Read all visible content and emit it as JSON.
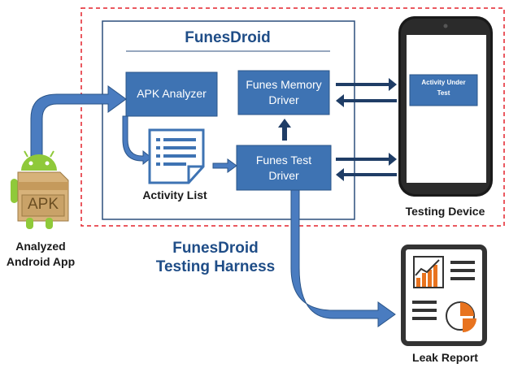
{
  "colors": {
    "harness_border": "#e3222b",
    "box_fill": "#3e73b3",
    "box_border": "#2a5488",
    "frame_border": "#2c4f7c",
    "title_blue": "#1f4d87",
    "arrow_fill": "#4a7cc0",
    "arrow_dark": "#1f3d66",
    "text_dark": "#1a1a1a",
    "chart_orange": "#e8731f",
    "report_border": "#333333"
  },
  "funesdroid": {
    "title": "FunesDroid",
    "apk_analyzer": "APK Analyzer",
    "memory_driver": [
      "Funes Memory",
      "Driver"
    ],
    "test_driver": [
      "Funes Test",
      "Driver"
    ],
    "activity_list": "Activity List"
  },
  "harness_label": [
    "FunesDroid",
    "Testing Harness"
  ],
  "android_app": {
    "apk_text": "APK",
    "label": [
      "Analyzed",
      "Android App"
    ]
  },
  "device": {
    "screen_text": [
      "Activity Under",
      "Test"
    ],
    "label": "Testing Device"
  },
  "report": {
    "label": "Leak Report"
  },
  "icons": [
    "android-apk-icon",
    "document-list-icon",
    "smartphone-icon",
    "report-icon",
    "bar-chart-icon",
    "pie-chart-icon"
  ]
}
